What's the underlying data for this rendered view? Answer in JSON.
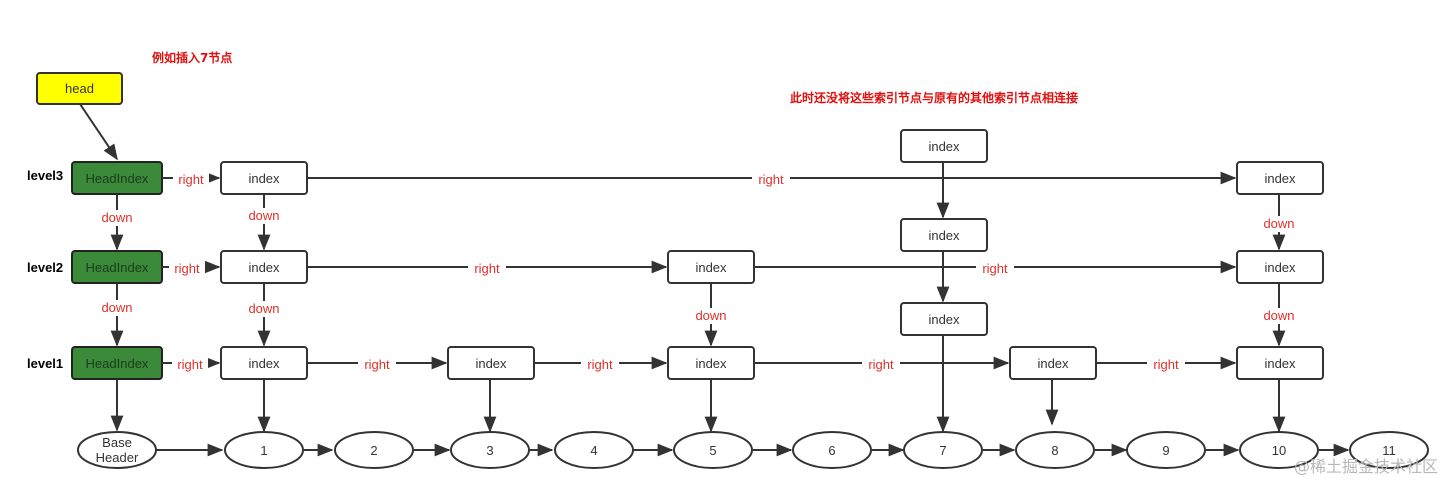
{
  "annotations": {
    "insert_example": "例如插入7节点",
    "not_connected_note": "此时还没将这些索引节点与原有的其他索引节点相连接"
  },
  "head": {
    "label": "head"
  },
  "levels": [
    "level3",
    "level2",
    "level1"
  ],
  "head_index_label": "HeadIndex",
  "index_label": "index",
  "right_label": "right",
  "down_label": "down",
  "base_header": {
    "line1": "Base",
    "line2": "Header"
  },
  "nodes": [
    "1",
    "2",
    "3",
    "4",
    "5",
    "6",
    "7",
    "8",
    "9",
    "10",
    "11"
  ],
  "watermark": "@稀土掘金技术社区",
  "colors": {
    "head_fill": "#ffff00",
    "head_index_fill": "#3a8a3a",
    "edge_label": "#e0302a",
    "annotation": "#e01010"
  }
}
